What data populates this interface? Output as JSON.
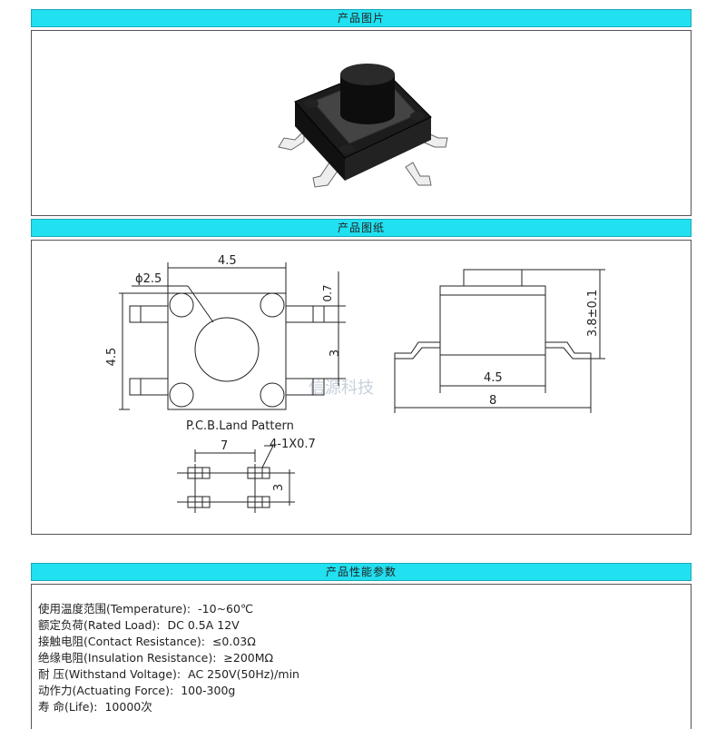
{
  "sections": {
    "photo_title": "产品图片",
    "drawing_title": "产品图纸",
    "params_title": "产品性能参数"
  },
  "drawing": {
    "dim_phi": "ϕ2.5",
    "dim_width_top": "4.5",
    "dim_left_height": "4.5",
    "dim_0_7": "0.7",
    "dim_3": "3",
    "pcb_label": "P.C.B.Land Pattern",
    "pcb_dim_7": "7",
    "pcb_dim_pads": "4-1X0.7",
    "pcb_dim_3": "3",
    "side_dim_height": "3.8±0.1",
    "side_dim_45": "4.5",
    "side_dim_8": "8",
    "watermark": "信源科技"
  },
  "specs": [
    {
      "label": "使用温度范围(Temperature):",
      "value": "-10~60℃"
    },
    {
      "label": "额定负荷(Rated Load):",
      "value": "DC 0.5A 12V"
    },
    {
      "label": "接触电阻(Contact Resistance):",
      "value": "≤0.03Ω"
    },
    {
      "label": "绝缘电阻(Insulation Resistance):",
      "value": "≥200MΩ"
    },
    {
      "label": "耐 压(Withstand Voltage):",
      "value": "AC 250V(50Hz)/min"
    },
    {
      "label": "动作力(Actuating Force):",
      "value": "100-300g"
    },
    {
      "label": "寿 命(Life):",
      "value": "10000次"
    }
  ]
}
